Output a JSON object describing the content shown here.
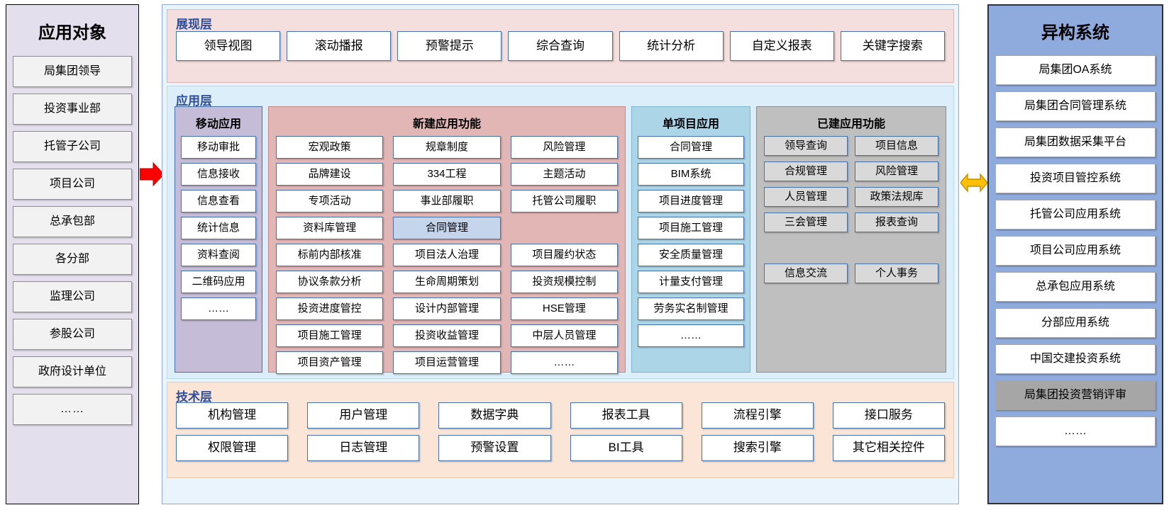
{
  "left_panel": {
    "title": "应用对象",
    "items": [
      "局集团领导",
      "投资事业部",
      "托管子公司",
      "项目公司",
      "总承包部",
      "各分部",
      "监理公司",
      "参股公司",
      "政府设计单位",
      "……"
    ]
  },
  "presentation_layer": {
    "title": "展现层",
    "items": [
      "领导视图",
      "滚动播报",
      "预警提示",
      "综合查询",
      "统计分析",
      "自定义报表",
      "关键字搜索"
    ]
  },
  "application_layer": {
    "title": "应用层",
    "mobile": {
      "title": "移动应用",
      "items": [
        "移动审批",
        "信息接收",
        "信息查看",
        "统计信息",
        "资料查阅",
        "二维码应用",
        "……"
      ]
    },
    "new_apps": {
      "title": "新建应用功能",
      "items": [
        "宏观政策",
        "规章制度",
        "风险管理",
        "品牌建设",
        "334工程",
        "主题活动",
        "专项活动",
        "事业部履职",
        "托管公司履职",
        "资料库管理",
        "合同管理",
        "",
        "标前内部核准",
        "项目法人治理",
        "项目履约状态",
        "协议条款分析",
        "生命周期策划",
        "投资规模控制",
        "投资进度管控",
        "设计内部管理",
        "HSE管理",
        "项目施工管理",
        "投资收益管理",
        "中层人员管理",
        "项目资产管理",
        "项目运营管理",
        "……"
      ],
      "highlighted": "合同管理"
    },
    "single_project": {
      "title": "单项目应用",
      "items": [
        "合同管理",
        "BIM系统",
        "项目进度管理",
        "项目施工管理",
        "安全质量管理",
        "计量支付管理",
        "劳务实名制管理",
        "……"
      ]
    },
    "built_apps": {
      "title": "已建应用功能",
      "items": [
        "领导查询",
        "项目信息",
        "合规管理",
        "风险管理",
        "人员管理",
        "政策法规库",
        "三会管理",
        "报表查询",
        "",
        "",
        "信息交流",
        "个人事务"
      ]
    }
  },
  "technology_layer": {
    "title": "技术层",
    "items": [
      "机构管理",
      "用户管理",
      "数据字典",
      "报表工具",
      "流程引擎",
      "接口服务",
      "权限管理",
      "日志管理",
      "预警设置",
      "BI工具",
      "搜索引擎",
      "其它相关控件"
    ]
  },
  "right_panel": {
    "title": "异构系统",
    "items": [
      "局集团OA系统",
      "局集团合同管理系统",
      "局集团数据采集平台",
      "投资项目管控系统",
      "托管公司应用系统",
      "项目公司应用系统",
      "总承包应用系统",
      "分部应用系统",
      "中国交建投资系统",
      "局集团投资营销评审",
      "……"
    ],
    "highlighted": "局集团投资营销评审"
  },
  "connectors": {
    "left_arrow": "red-right-arrow-icon",
    "right_arrow": "yellow-double-arrow-icon"
  },
  "colors": {
    "presentation_bg": "#F4DEDE",
    "application_bg": "#DCEEF9",
    "technology_bg": "#FBE5D6",
    "mobile_bg": "#C5BDD8",
    "new_apps_bg": "#E3B6B6",
    "single_project_bg": "#ADD5E8",
    "built_apps_bg": "#BFBFBF",
    "left_panel_bg": "#E3DFEC",
    "right_panel_bg": "#8FAADC",
    "layer_title": "#2E4D9B",
    "highlight_blue": "#C5D5EC",
    "red_arrow": "#FF0000",
    "yellow_arrow": "#FFC000"
  }
}
